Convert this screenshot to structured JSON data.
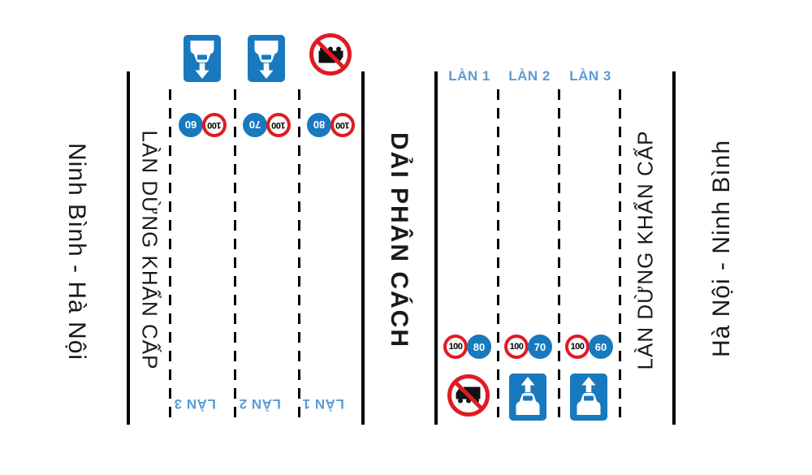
{
  "canvas": {
    "background": "#ffffff"
  },
  "colors": {
    "sign_blue": "#1879bf",
    "lane_label_blue": "#5b9bd5",
    "prohibition_red": "#e01b22",
    "line_black": "#000000"
  },
  "left_road": {
    "direction_label": "Ninh Bình - Hà Nội",
    "emergency_lane_label": "LÀN DỪNG KHẨN CẤP",
    "traffic_direction": "downward",
    "lanes": [
      {
        "label": "LÀN 3",
        "min_speed": "60",
        "max_speed": "100",
        "overhead_sign": "car-lane-sign"
      },
      {
        "label": "LÀN 2",
        "min_speed": "70",
        "max_speed": "100",
        "overhead_sign": "car-lane-sign"
      },
      {
        "label": "LÀN 1",
        "min_speed": "80",
        "max_speed": "100",
        "overhead_sign": "no-truck-sign"
      }
    ]
  },
  "median": {
    "label": "DẢI PHÂN CÁCH"
  },
  "right_road": {
    "direction_label": "Hà Nội - Ninh Bình",
    "emergency_lane_label": "LÀN DỪNG KHẨN CẤP",
    "traffic_direction": "upward",
    "lanes": [
      {
        "label": "LÀN 1",
        "min_speed": "80",
        "max_speed": "100",
        "sign": "no-truck-sign"
      },
      {
        "label": "LÀN 2",
        "min_speed": "70",
        "max_speed": "100",
        "sign": "car-lane-sign"
      },
      {
        "label": "LÀN 3",
        "min_speed": "60",
        "max_speed": "100",
        "sign": "car-lane-sign"
      }
    ]
  }
}
